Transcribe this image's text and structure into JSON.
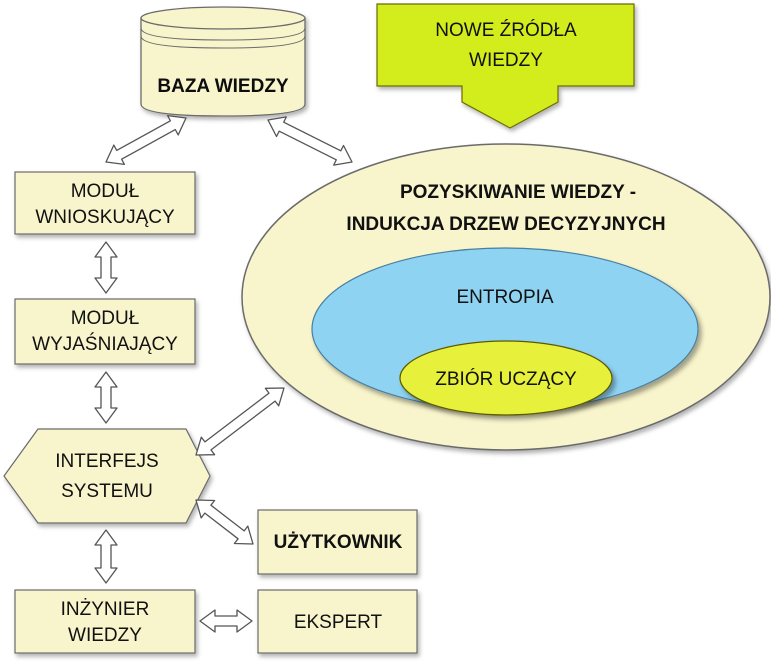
{
  "colors": {
    "cream": "#f8f5cc",
    "cream_border": "#6b6b6b",
    "lime": "#d3ec1c",
    "blue": "#8fd3f2",
    "yellow_green": "#e7f03a",
    "arrow_fill": "#ffffff",
    "arrow_stroke": "#555555"
  },
  "nodes": {
    "knowledge_base": {
      "line1": "BAZA WIEDZY"
    },
    "new_sources": {
      "line1": "NOWE ŹRÓDŁA",
      "line2": "WIEDZY"
    },
    "acquisition": {
      "line1": "POZYSKIWANIE WIEDZY -",
      "line2": "INDUKCJA DRZEW DECYZYJNYCH"
    },
    "entropy": {
      "line1": "ENTROPIA"
    },
    "training_set": {
      "line1": "ZBIÓR UCZĄCY"
    },
    "inference_module": {
      "line1": "MODUŁ",
      "line2": "WNIOSKUJĄCY"
    },
    "explanation_module": {
      "line1": "MODUŁ",
      "line2": "WYJAŚNIAJĄCY"
    },
    "system_interface": {
      "line1": "INTERFEJS",
      "line2": "SYSTEMU"
    },
    "user": {
      "line1": "UŻYTKOWNIK"
    },
    "knowledge_engineer": {
      "line1": "INŻYNIER",
      "line2": "WIEDZY"
    },
    "expert": {
      "line1": "EKSPERT"
    }
  }
}
